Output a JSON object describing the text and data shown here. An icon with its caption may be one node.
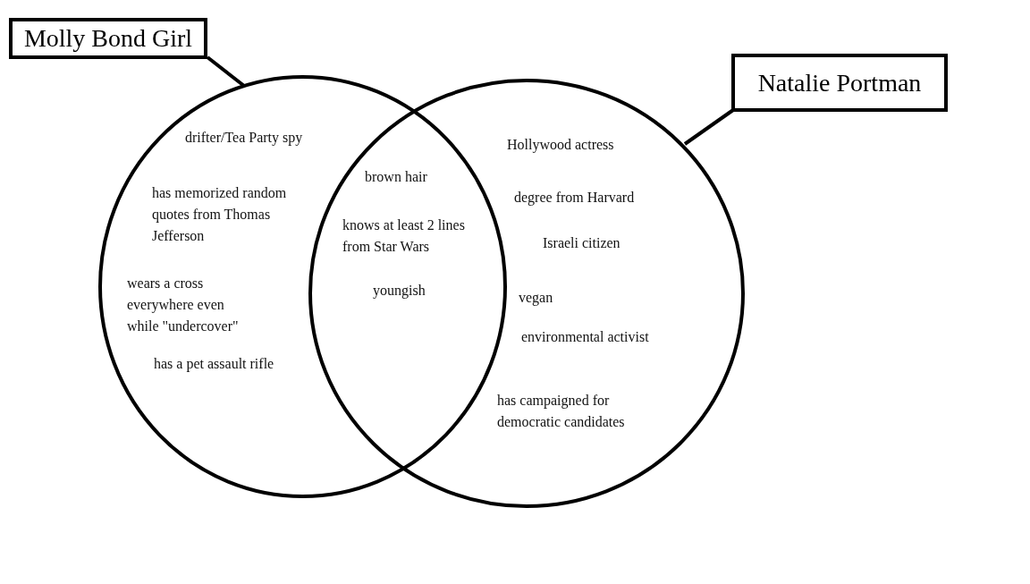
{
  "diagram": {
    "nodes": [
      {
        "text": [
          "Molly Bond Girl"
        ]
      },
      {
        "text": [],
        "shape": "circle"
      },
      {
        "text": [
          "Natalie Portman"
        ]
      },
      {
        "text": [],
        "shape": "circle"
      }
    ],
    "edges": [
      {
        "from": 0,
        "to": 1,
        "arrow": "none"
      },
      {
        "from": 2,
        "to": 3,
        "arrow": "none"
      }
    ],
    "labels": [
      "drifter/Tea Party spy",
      "Hollywood actress",
      "brown hair",
      "has memorized random quotes from Thomas Jefferson",
      "degree from Harvard",
      "knows at least 2 lines from Star Wars",
      "Israeli citizen",
      "wears a cross everywhere even while \"undercover\"",
      "youngish",
      "vegan",
      "environmental activist",
      "has a pet assault rifle",
      "has campaigned for democratic candidates"
    ]
  }
}
